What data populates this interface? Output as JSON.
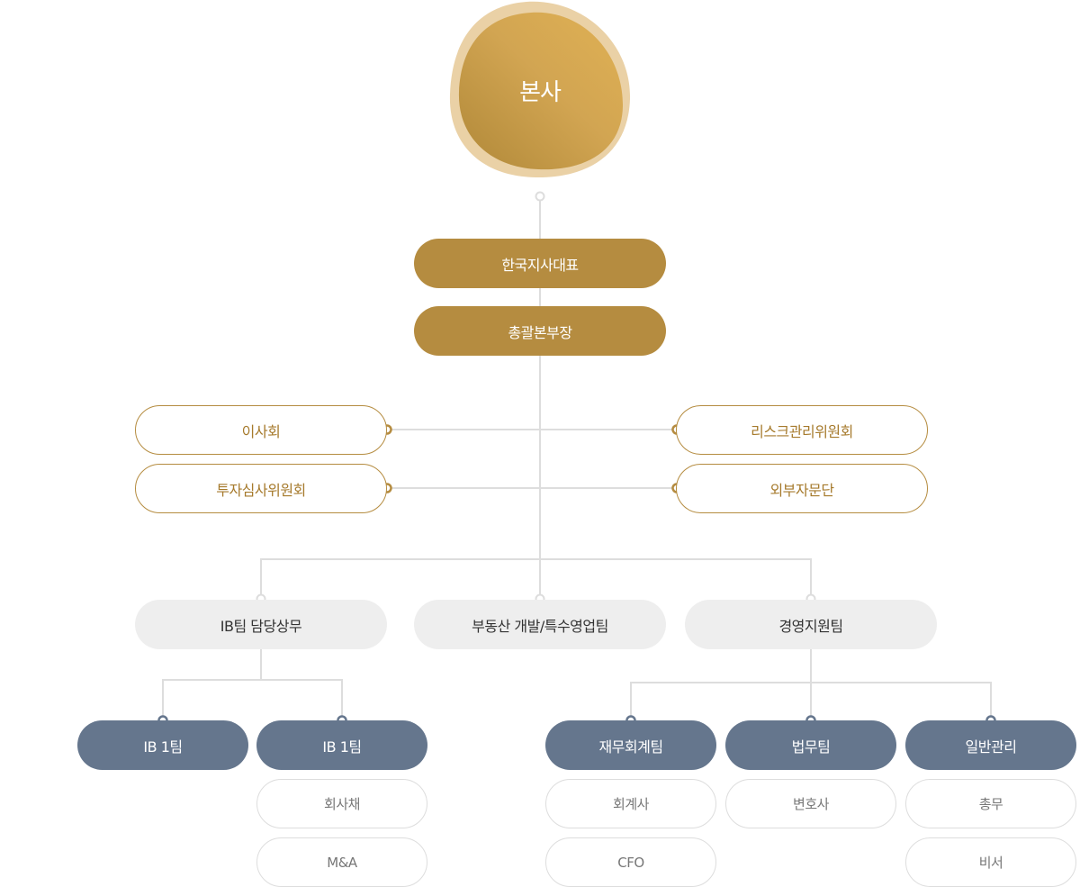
{
  "hq": {
    "label": "본사"
  },
  "top": {
    "korea_ceo": "한국지사대표",
    "general_head": "총괄본부장"
  },
  "committees": {
    "board": "이사회",
    "investment_review": "투자심사위원회",
    "risk_management": "리스크관리위원회",
    "external_advisory": "외부자문단"
  },
  "divisions": {
    "ib_head": "IB팀 담당상무",
    "real_estate": "부동산 개발/특수영업팀",
    "management_support": "경영지원팀"
  },
  "teams": {
    "ib1_a": "IB 1팀",
    "ib1_b": "IB 1팀",
    "finance_accounting": "재무회계팀",
    "legal": "법무팀",
    "general_admin": "일반관리"
  },
  "roles": {
    "corporate_bonds": "회사채",
    "mna": "M&A",
    "accountant": "회계사",
    "cfo": "CFO",
    "lawyer": "변호사",
    "general_affairs": "총무",
    "secretary": "비서"
  },
  "colors": {
    "gold": "#b58c40",
    "slate": "#65768d",
    "light_gray": "#eeeeee",
    "line": "#dddddd"
  }
}
